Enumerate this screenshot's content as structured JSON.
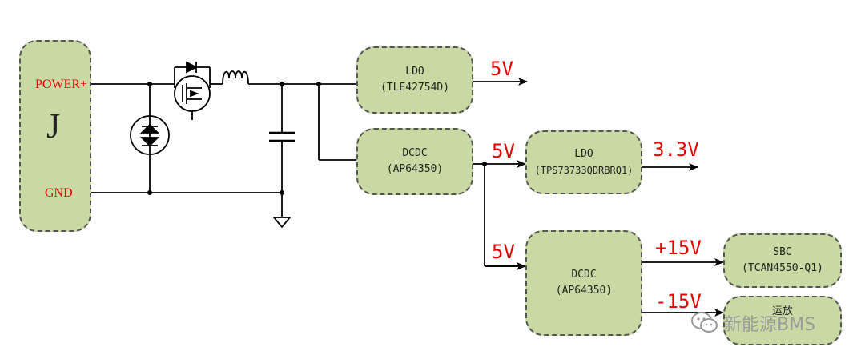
{
  "connector": {
    "power_label": "POWER+",
    "j_label": "J",
    "gnd_label": "GND"
  },
  "blocks": {
    "ldo1": {
      "name": "LDO",
      "part": "(TLE42754D)"
    },
    "dcdc1": {
      "name": "DCDC",
      "part": "(AP64350)"
    },
    "ldo2": {
      "name": "LDO",
      "part": "(TPS73733QDRBRQ1)"
    },
    "dcdc2": {
      "name": "DCDC",
      "part": "(AP64350)"
    },
    "sbc": {
      "name": "SBC",
      "part": "(TCAN4550-Q1)"
    },
    "opamp": {
      "name": "运放"
    }
  },
  "rails": {
    "ldo1_out": "5V",
    "dcdc1_out_a": "5V",
    "dcdc1_out_b": "5V",
    "ldo2_out": "3.3V",
    "dcdc2_pos": "+15V",
    "dcdc2_neg": "-15V"
  },
  "watermark": {
    "text": "新能源BMS",
    "icon": "wechat-icon"
  },
  "colors": {
    "block_fill": "#c9d9a3",
    "label_red": "#e60000",
    "wire": "#000000"
  }
}
